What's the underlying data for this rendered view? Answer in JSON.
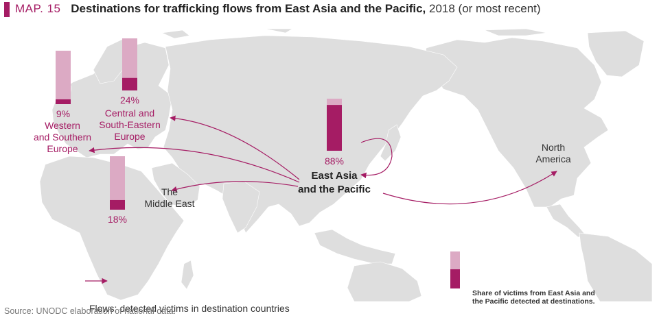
{
  "header": {
    "map_number": "MAP. 15",
    "title": "Destinations for trafficking flows from East Asia and the Pacific,",
    "subtitle": "2018 (or most recent)"
  },
  "colors": {
    "accent": "#a51c64",
    "light_bar": "#dcaac4",
    "land": "#dedede",
    "arrow": "#a51c64"
  },
  "origin": {
    "label": "East Asia and the Pacific",
    "share_label": "88%",
    "share": 0.88
  },
  "destinations": [
    {
      "id": "western-southern-europe",
      "name": "Western and Southern Europe",
      "share_label": "9%",
      "share": 0.09
    },
    {
      "id": "central-south-eastern-europe",
      "name": "Central and South-Eastern Europe",
      "share_label": "24%",
      "share": 0.24
    },
    {
      "id": "middle-east",
      "name": "The Middle East",
      "share_label": "18%",
      "share": 0.18
    },
    {
      "id": "north-america",
      "name": "North America"
    }
  ],
  "labels": {
    "wse_line1": "Western",
    "wse_line2": "and Southern",
    "wse_line3": "Europe",
    "cse_line1": "Central and",
    "cse_line2": "South-Eastern",
    "cse_line3": "Europe",
    "me_line1": "The",
    "me_line2": "Middle East",
    "eap_line1": "East Asia",
    "eap_line2": "and the Pacific",
    "na_line1": "North",
    "na_line2": "America"
  },
  "legend": {
    "flows": "Flows: detected victims in destination countries",
    "share": "Share of victims from East Asia and the Pacific detected at destinations."
  },
  "source": "Source: UNODC elaboration of national data."
}
